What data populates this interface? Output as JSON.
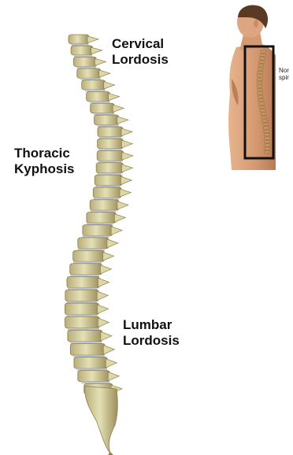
{
  "labels": {
    "cervical": {
      "line1": "Cervical",
      "line2": "Lordosis"
    },
    "thoracic": {
      "line1": "Thoracic",
      "line2": "Kyphosis"
    },
    "lumbar": {
      "line1": "Lumbar",
      "line2": "Lordosis"
    }
  },
  "inset": {
    "caption_line1": "Nor",
    "caption_line2": "spir"
  },
  "colors": {
    "bone": "#ddd8a8",
    "bone_shade": "#8f7f4e",
    "disc": "#bcc4d6",
    "skin": "#d9a07a",
    "hair": "#5a3a22",
    "frame": "#111111"
  }
}
